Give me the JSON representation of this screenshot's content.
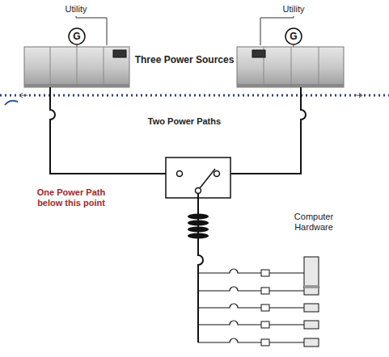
{
  "diagram": {
    "nodes": [
      {
        "text": [
          "G"
        ]
      },
      {
        "text": [
          "G"
        ]
      }
    ],
    "labels": [
      "Utility",
      "Utility",
      "Three Power Sources",
      "Two Power Paths",
      "One Power Path below this point",
      "Computer Hardware"
    ]
  }
}
